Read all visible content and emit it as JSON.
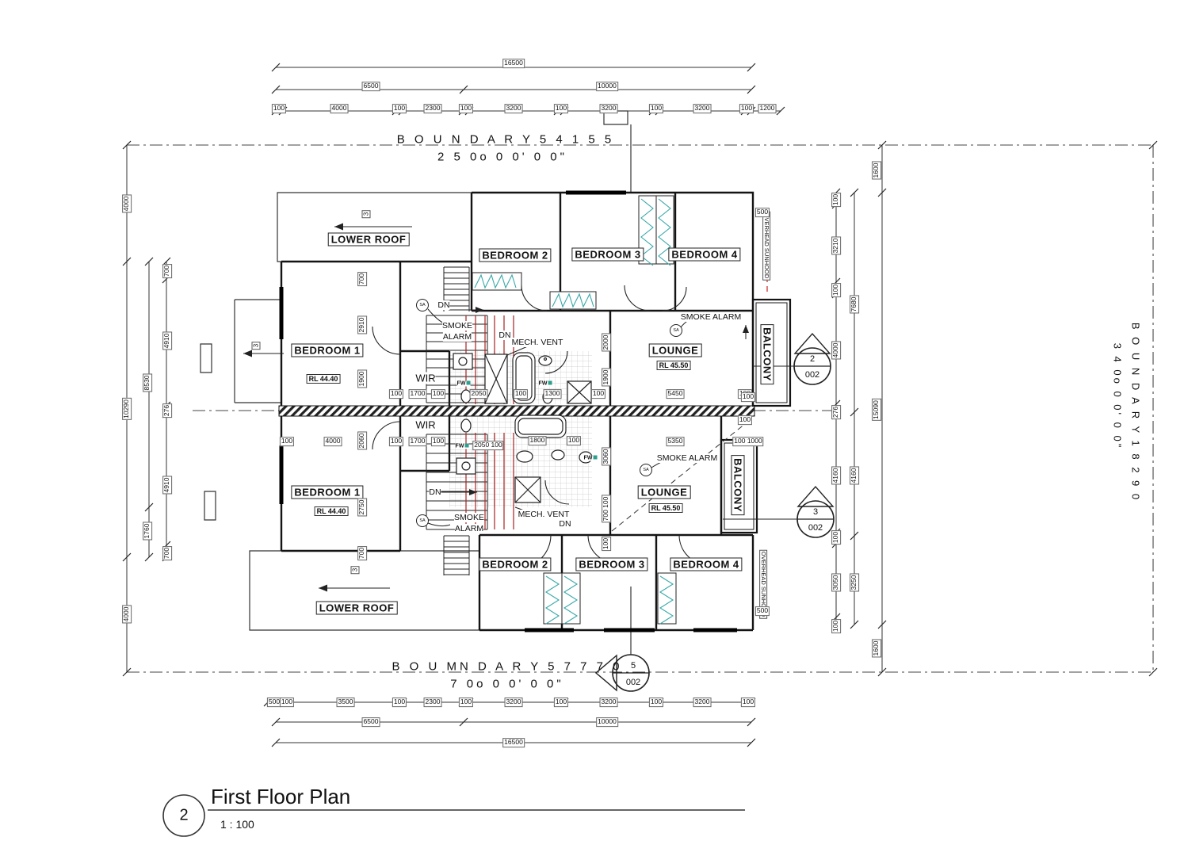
{
  "title": {
    "name": "First Floor Plan",
    "scale": "1 : 100",
    "number": "2"
  },
  "boundaries": {
    "top": {
      "label": "B O U N D A R Y 5 4 1 5 5",
      "angle": "2 5 0o 0 0' 0 0\""
    },
    "bottom": {
      "label": "B O U MN D A R Y 5 7 7 7 0",
      "angle": "7 0o 0 0' 0 0\""
    },
    "right": {
      "label": "B O U N D A R Y 1 8 2 9 0",
      "angle": "3 4 0o 0 0' 0 0\""
    }
  },
  "dims": {
    "top_total": "16500",
    "top_mid": [
      "6500",
      "10000"
    ],
    "top_detail": [
      "100",
      "4000",
      "100",
      "2300",
      "100",
      "3200",
      "100",
      "3200",
      "100",
      "3200",
      "100",
      "1200"
    ],
    "bottom_total": "16500",
    "bottom_mid": [
      "6500",
      "10000"
    ],
    "bottom_detail": [
      "500",
      "100",
      "3500",
      "100",
      "2300",
      "100",
      "3200",
      "100",
      "3200",
      "100",
      "3200",
      "100"
    ],
    "left_outer": [
      "4000",
      "10290",
      "4000"
    ],
    "left_mid": [
      "8530",
      "1760"
    ],
    "left_inner": [
      "700",
      "4910",
      "276",
      "4910",
      "700"
    ],
    "right_inner": [
      "100",
      "3210",
      "100",
      "4000",
      "276",
      "4160",
      "100",
      "3050",
      "100"
    ],
    "right_mid": [
      "7680",
      "4160",
      "3250"
    ],
    "right_outer": [
      "1600",
      "15090",
      "1600"
    ],
    "plan_v_left": [
      "700",
      "2910",
      "1900",
      "2060",
      "2750",
      "700"
    ],
    "plan_v_right": [
      "2000",
      "1900",
      "3060",
      "700 100",
      "100"
    ],
    "row_upper": [
      "100",
      "1700",
      "100",
      "2050",
      "100",
      "1300",
      "100",
      "5450",
      "100"
    ],
    "row_lower": [
      "100",
      "4000",
      "100",
      "1700",
      "100",
      "2050 100",
      "1800",
      "100",
      "5350",
      "100 1000"
    ],
    "edge": [
      "500",
      "100",
      "500",
      "100"
    ]
  },
  "rooms": {
    "lower_roof": "LOWER ROOF",
    "bedroom1": "BEDROOM 1",
    "bedroom2": "BEDROOM 2",
    "bedroom3": "BEDROOM 3",
    "bedroom4": "BEDROOM 4",
    "lounge": "LOUNGE",
    "balcony": "BALCONY",
    "wir": "WIR"
  },
  "levels": {
    "rl_low": "RL 44.40",
    "rl_high": "RL 45.50"
  },
  "annotations": {
    "smoke": "SMOKE",
    "alarm": "ALARM",
    "smoke_alarm": "SMOKE ALARM",
    "sa": "SA",
    "dn": "DN",
    "mech_vent": "MECH. VENT",
    "overhead_sunhood": "OVERHEAD SUNHOOD",
    "fw": "FW",
    "slope_tag": "3"
  },
  "markers": {
    "m2": {
      "num": "2",
      "sheet": "002"
    },
    "m3": {
      "num": "3",
      "sheet": "002"
    },
    "m5": {
      "num": "5",
      "sheet": "002"
    }
  },
  "colors": {
    "robe_teal": "#3aa8a8",
    "stair_red": "#a82222",
    "sunhood_red": "#cc3333"
  }
}
